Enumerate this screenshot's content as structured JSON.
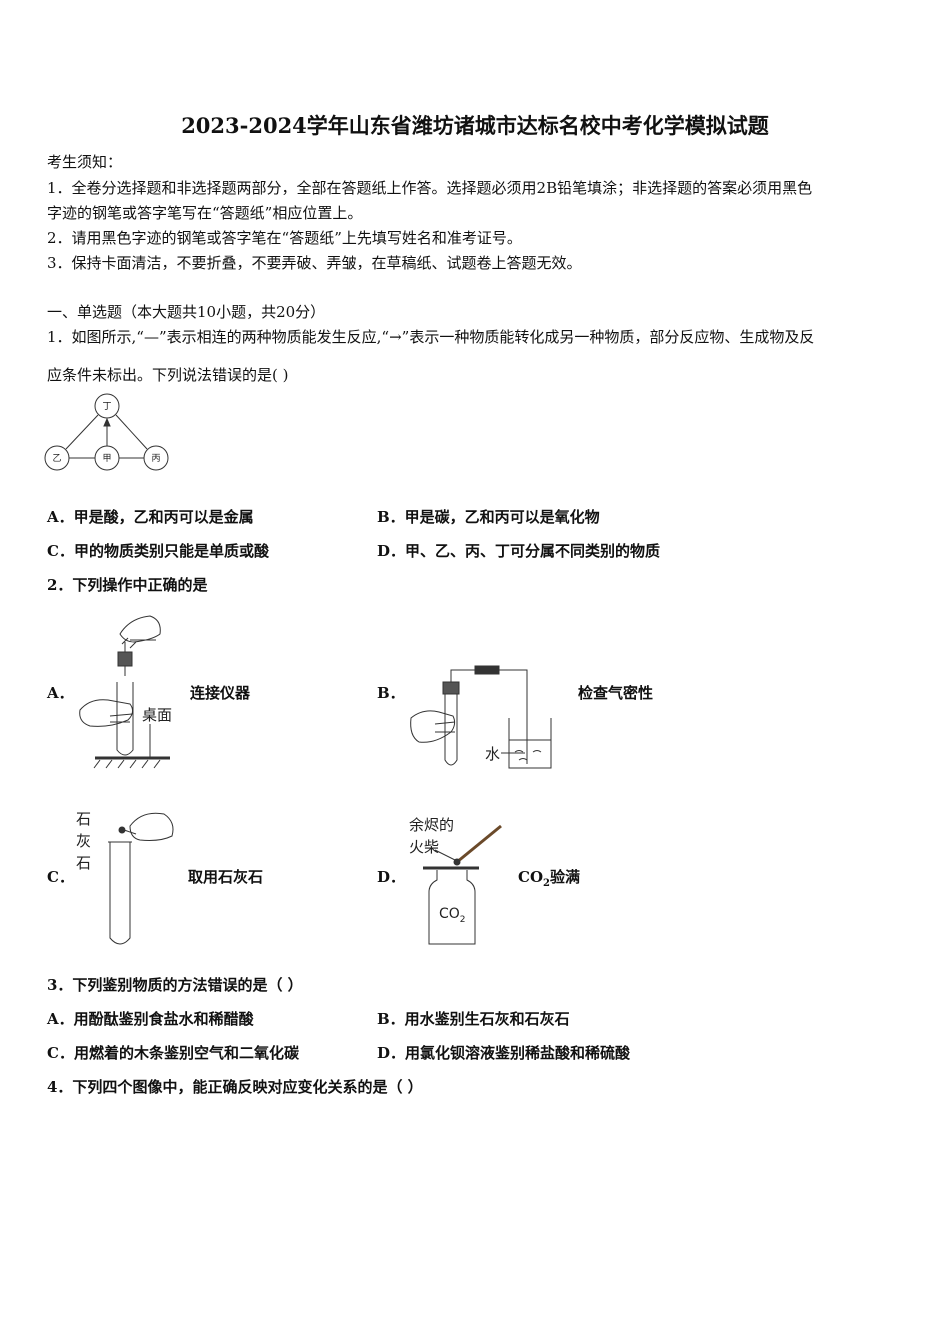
{
  "title": "2023-2024学年山东省潍坊诸城市达标名校中考化学模拟试题",
  "notice": {
    "heading": "考生须知：",
    "items": [
      "1．全卷分选择题和非选择题两部分，全部在答题纸上作答。选择题必须用2B铅笔填涂；非选择题的答案必须用黑色",
      "字迹的钢笔或答字笔写在“答题纸”相应位置上。",
      "2．请用黑色字迹的钢笔或答字笔在“答题纸”上先填写姓名和准考证号。",
      "3．保持卡面清洁，不要折叠，不要弄破、弄皱，在草稿纸、试题卷上答题无效。"
    ]
  },
  "section1": "一、单选题（本大题共10小题，共20分）",
  "q1": {
    "stem_line1": "1．如图所示,“—”表示相连的两种物质能发生反应,“→”表示一种物质能转化成另一种物质，部分反应物、生成物及反",
    "stem_line2": "应条件未标出。下列说法错误的是(    )",
    "diagram": {
      "top": "丁",
      "left": "乙",
      "center": "甲",
      "right": "丙"
    },
    "options": {
      "A": "A．甲是酸，乙和丙可以是金属",
      "B": "B．甲是碳，乙和丙可以是氧化物",
      "C": "C．甲的物质类别只能是单质或酸",
      "D": "D．甲、乙、丙、丁可分属不同类别的物质"
    }
  },
  "q2": {
    "stem": "2．下列操作中正确的是",
    "A": {
      "letter": "A．",
      "caption": "连接仪器",
      "fig_label": "桌面"
    },
    "B": {
      "letter": "B．",
      "caption": "检查气密性",
      "fig_label": "水"
    },
    "C": {
      "letter": "C．",
      "caption": "取用石灰石",
      "fig_label": [
        "石",
        "灰",
        "石"
      ]
    },
    "D": {
      "letter": "D．",
      "caption_pre": "CO",
      "caption_sub": "2",
      "caption_post": "验满",
      "fig_label": [
        "余烬的",
        "火柴"
      ],
      "bottle_label": "CO",
      "bottle_sub": "2"
    }
  },
  "q3": {
    "stem": "3．下列鉴别物质的方法错误的是（      ）",
    "options": {
      "A": "A．用酚酞鉴别食盐水和稀醋酸",
      "B": "B．用水鉴别生石灰和石灰石",
      "C": "C．用燃着的木条鉴别空气和二氧化碳",
      "D": "D．用氯化钡溶液鉴别稀盐酸和稀硫酸"
    }
  },
  "q4": {
    "stem": "4．下列四个图像中，能正确反映对应变化关系的是（      ）"
  }
}
